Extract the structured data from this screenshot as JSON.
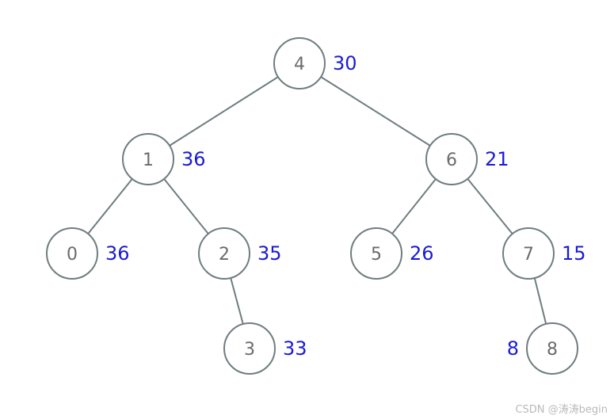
{
  "tree": {
    "nodes": [
      {
        "id": "n4",
        "key": "4",
        "value": "30"
      },
      {
        "id": "n1",
        "key": "1",
        "value": "36"
      },
      {
        "id": "n6",
        "key": "6",
        "value": "21"
      },
      {
        "id": "n0",
        "key": "0",
        "value": "36"
      },
      {
        "id": "n2",
        "key": "2",
        "value": "35"
      },
      {
        "id": "n5",
        "key": "5",
        "value": "26"
      },
      {
        "id": "n7",
        "key": "7",
        "value": "15"
      },
      {
        "id": "n3",
        "key": "3",
        "value": "33"
      },
      {
        "id": "n8",
        "key": "8",
        "value": "8"
      }
    ],
    "edges": [
      {
        "from": "n4",
        "to": "n1"
      },
      {
        "from": "n4",
        "to": "n6"
      },
      {
        "from": "n1",
        "to": "n0"
      },
      {
        "from": "n1",
        "to": "n2"
      },
      {
        "from": "n2",
        "to": "n3"
      },
      {
        "from": "n6",
        "to": "n5"
      },
      {
        "from": "n6",
        "to": "n7"
      },
      {
        "from": "n7",
        "to": "n8"
      }
    ],
    "colors": {
      "edge": "#6f7d7f",
      "node_stroke": "#6f7d7f",
      "key_text": "#6b6b6b",
      "value_text": "#1a1ad6"
    }
  },
  "watermark": "CSDN @涛涛begin"
}
